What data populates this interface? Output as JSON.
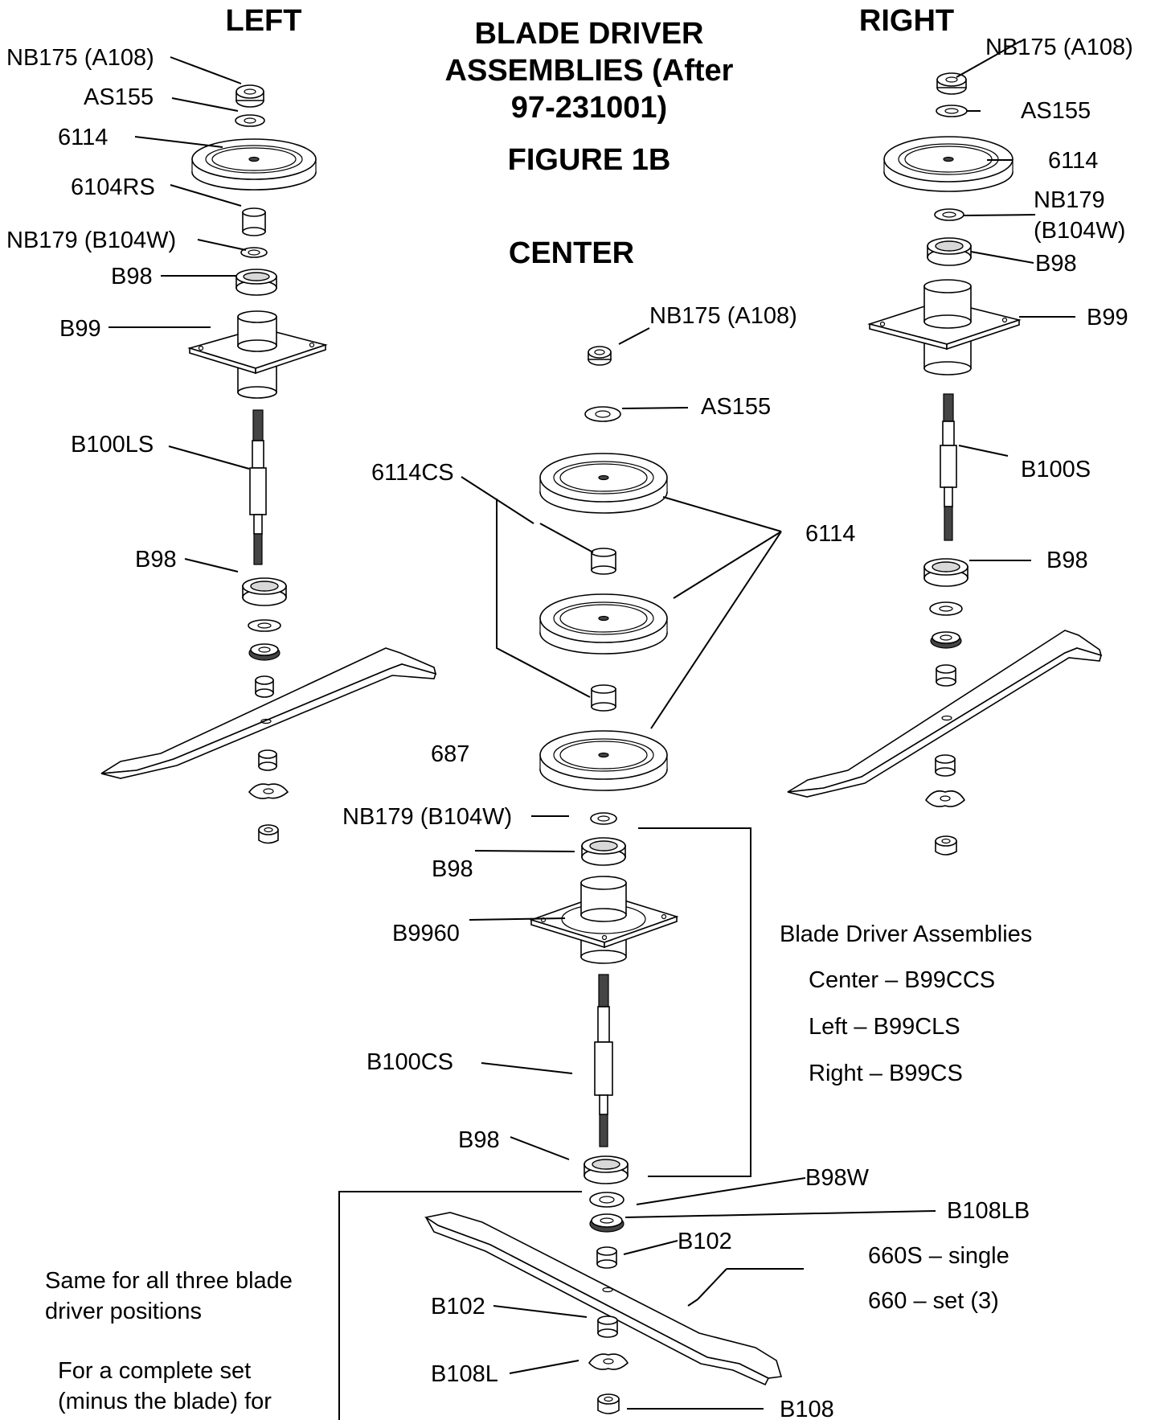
{
  "headings": {
    "left": "LEFT",
    "right": "RIGHT",
    "center": "CENTER",
    "title_line1": "BLADE DRIVER",
    "title_line2": "ASSEMBLIES (After",
    "title_line3": "97-231001)",
    "figure": "FIGURE 1B"
  },
  "left_parts": {
    "nut_top": "NB175 (A108)",
    "washer_top": "AS155",
    "pulley": "6114",
    "spacer": "6104RS",
    "washer_nb179": "NB179 (B104W)",
    "bearing_top": "B98",
    "housing": "B99",
    "spindle": "B100LS",
    "bearing_bottom": "B98"
  },
  "center_parts": {
    "nut_top": "NB175 (A108)",
    "washer_top": "AS155",
    "spacer": "6114CS",
    "pulleys": "6114",
    "pulley_bottom": "687",
    "washer_nb179": "NB179 (B104W)",
    "bearing_top": "B98",
    "housing": "B9960",
    "spindle": "B100CS",
    "bearing_bottom": "B98"
  },
  "right_parts": {
    "nut_top": "NB175 (A108)",
    "washer_top": "AS155",
    "pulley": "6114",
    "washer_nb179_line1": "NB179",
    "washer_nb179_line2": "(B104W)",
    "bearing_top": "B98",
    "housing": "B99",
    "spindle": "B100S",
    "bearing_bottom": "B98"
  },
  "blade_parts": {
    "washer": "B98W",
    "lock_bearing": "B108LB",
    "spacer_top": "B102",
    "spacer_bottom": "B102",
    "lock": "B108L",
    "nut": "B108",
    "blade_single": "660S – single",
    "blade_set": "660 – set (3)"
  },
  "assemblies": {
    "heading": "Blade Driver Assemblies",
    "center": "Center – B99CCS",
    "left": "Left – B99CLS",
    "right": "Right – B99CS"
  },
  "notes": {
    "same_line1": "Same for all three blade",
    "same_line2": "driver positions",
    "complete_line1": "For a complete set",
    "complete_line2": "(minus the blade) for"
  }
}
